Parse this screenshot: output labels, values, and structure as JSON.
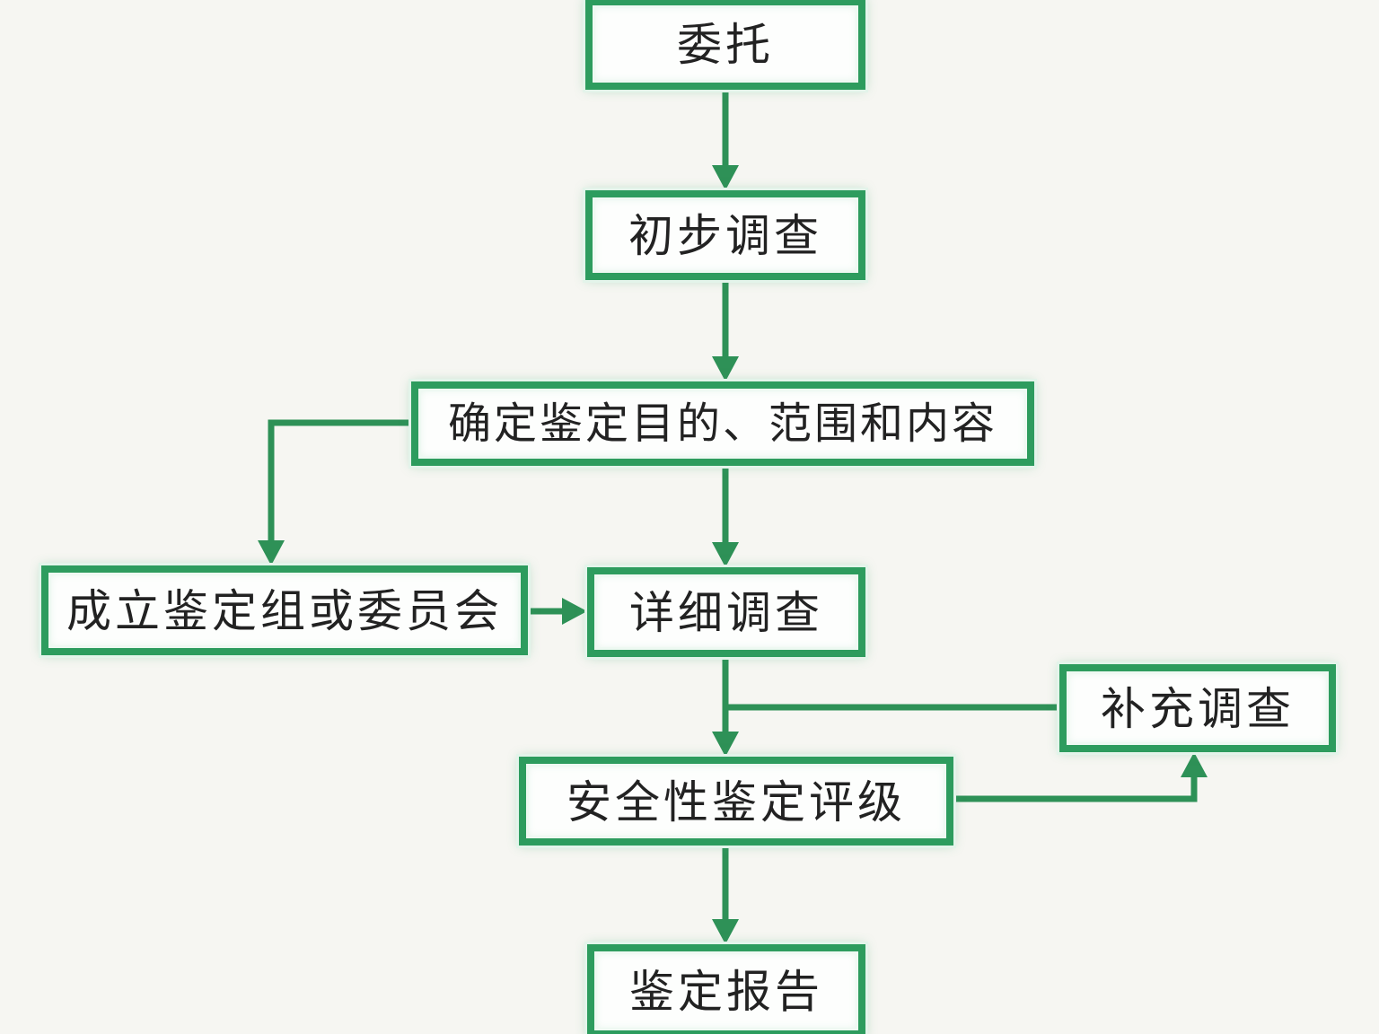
{
  "palette": {
    "background": "#f6f6f2",
    "box_border_green": "#2d9c5e",
    "connector_green": "#2e9157",
    "box_fill": "#fdfefd",
    "text_color": "#222222"
  },
  "flowchart": {
    "nodes": [
      {
        "id": "entrust",
        "label": "委托"
      },
      {
        "id": "preliminary-survey",
        "label": "初步调查"
      },
      {
        "id": "define-scope",
        "label": "确定鉴定目的、范围和内容"
      },
      {
        "id": "form-committee",
        "label": "成立鉴定组或委员会"
      },
      {
        "id": "detailed-survey",
        "label": "详细调查"
      },
      {
        "id": "supplementary-survey",
        "label": "补充调查"
      },
      {
        "id": "safety-rating",
        "label": "安全性鉴定评级"
      },
      {
        "id": "appraisal-report",
        "label": "鉴定报告"
      }
    ],
    "edges": [
      {
        "from": "entrust",
        "to": "preliminary-survey",
        "style": "arrow-down"
      },
      {
        "from": "preliminary-survey",
        "to": "define-scope",
        "style": "arrow-down"
      },
      {
        "from": "define-scope",
        "to": "form-committee",
        "style": "elbow-left-then-down-arrow"
      },
      {
        "from": "define-scope",
        "to": "detailed-survey",
        "style": "arrow-down"
      },
      {
        "from": "form-committee",
        "to": "detailed-survey",
        "style": "arrow-right"
      },
      {
        "from": "detailed-survey",
        "to": "safety-rating",
        "style": "arrow-down"
      },
      {
        "from": "supplementary-survey",
        "to": "detailed-survey-to-safety-line",
        "style": "merge-left-horizontal"
      },
      {
        "from": "safety-rating",
        "to": "supplementary-survey",
        "style": "elbow-right-then-up-arrow"
      },
      {
        "from": "safety-rating",
        "to": "appraisal-report",
        "style": "arrow-down"
      }
    ]
  }
}
